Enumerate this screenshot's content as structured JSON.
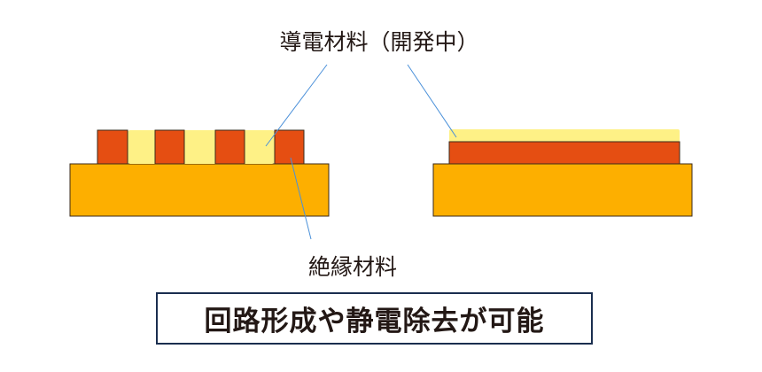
{
  "labels": {
    "conductive_material": "導電材料（開発中）",
    "insulating_material": "絶縁材料"
  },
  "caption": "回路形成や静電除去が可能",
  "colors": {
    "substrate": "#FDAF00",
    "conductor": "#E54E12",
    "insulator": "#FEF186",
    "leader_line": "#4A90D9",
    "outline": "#3a2a1a",
    "box_border": "#1a2e4f"
  }
}
